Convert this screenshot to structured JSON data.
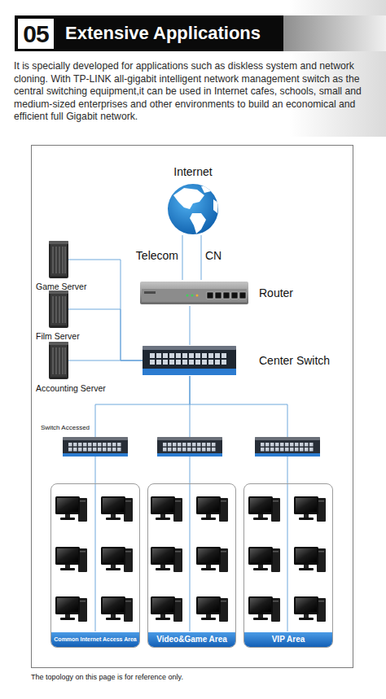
{
  "diagram": {
    "title": "Extensive Applications",
    "caption": "The topology on this page is for reference only.",
    "nodes": [
      {
        "text": [
          "05"
        ]
      },
      {
        "text": [
          "Internet"
        ]
      },
      {
        "text": [
          "Router"
        ]
      },
      {
        "text": [
          "Game Server"
        ]
      },
      {
        "text": [
          "Film Server"
        ]
      },
      {
        "text": [
          "Center Switch"
        ]
      },
      {
        "text": [
          "Accounting Server"
        ]
      },
      {
        "text": [
          "Common Internet Access Area"
        ]
      },
      {
        "text": [
          "Video&Game Area"
        ]
      },
      {
        "text": [
          "VIP Area"
        ]
      }
    ],
    "edges": [
      {
        "from": 1,
        "to": 2,
        "arrow": "none",
        "label": "Telecom"
      },
      {
        "from": 1,
        "to": 2,
        "arrow": "none",
        "label": "CN"
      },
      {
        "from": 2,
        "to": 5,
        "arrow": "none"
      },
      {
        "from": 3,
        "to": 5,
        "arrow": "none"
      },
      {
        "from": 4,
        "to": 5,
        "arrow": "none"
      },
      {
        "from": 6,
        "to": 5,
        "arrow": "none"
      },
      {
        "from": 5,
        "to": 7,
        "arrow": "none"
      },
      {
        "from": 5,
        "to": 8,
        "arrow": "none"
      },
      {
        "from": 5,
        "to": 9,
        "arrow": "none"
      }
    ],
    "labels": [
      "It is specially developed for applications such as diskless system and network cloning. With TP-LINK all-gigabit intelligent network management switch as the central switching equipment,it can be used in Internet cafes, schools, small and medium-sized enterprises and other environments to build an economical and efficient full Gigabit network.",
      "Switch Accessed"
    ]
  }
}
